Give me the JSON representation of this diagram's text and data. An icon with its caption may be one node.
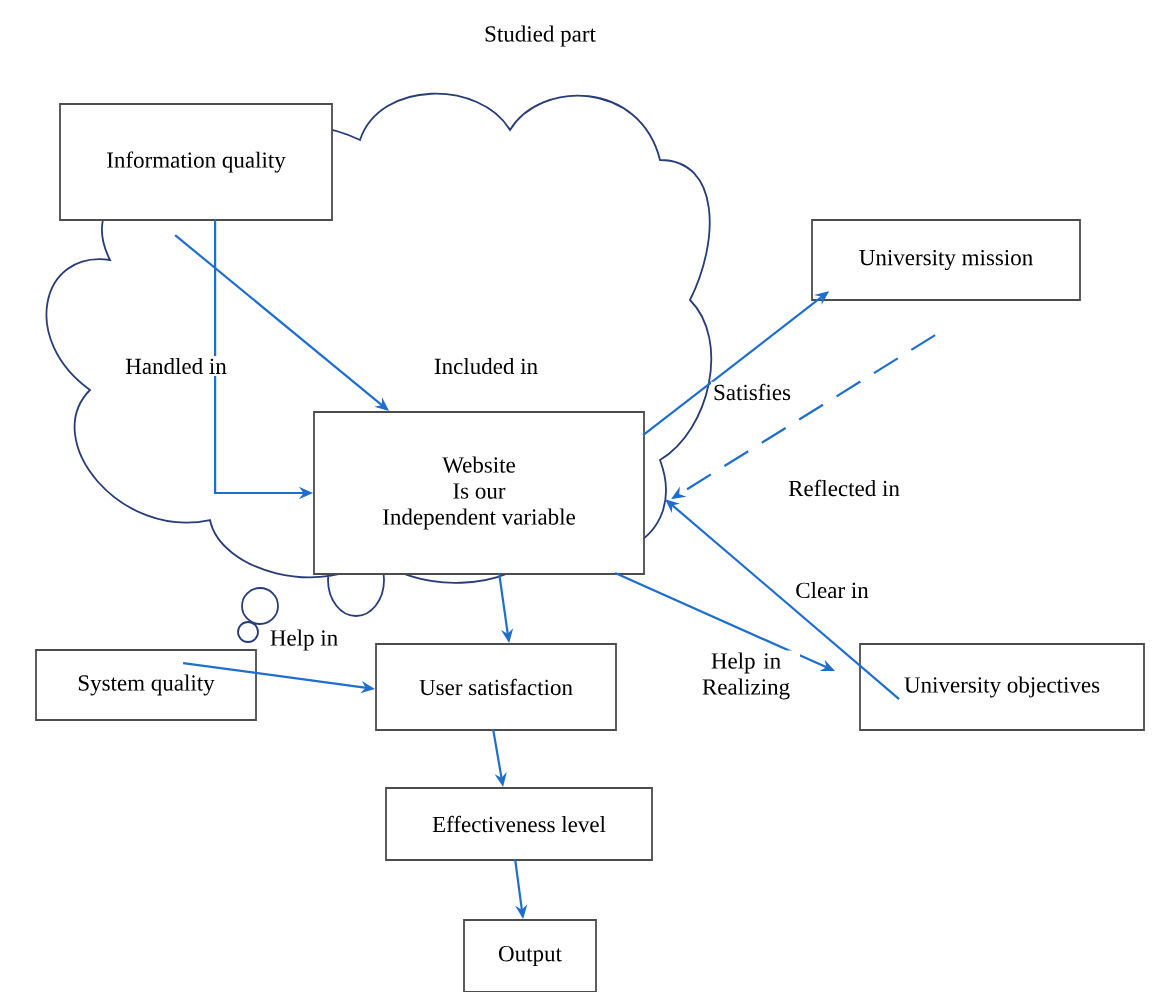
{
  "diagram": {
    "title": "Studied part",
    "nodes": [
      {
        "text": [
          "Information quality"
        ]
      },
      {
        "text": [
          "University mission"
        ]
      },
      {
        "text": [
          "Website",
          "Is our",
          "Independent variable"
        ]
      },
      {
        "text": [
          "System quality"
        ]
      },
      {
        "text": [
          "User satisfaction"
        ]
      },
      {
        "text": [
          "University objectives"
        ]
      },
      {
        "text": [
          "Effectiveness level"
        ]
      },
      {
        "text": [
          "Output"
        ]
      }
    ],
    "edges": [
      {
        "from": 0,
        "to": 2,
        "arrow": "to",
        "label": "Handled in"
      },
      {
        "from": 0,
        "to": 2,
        "arrow": "to",
        "label": "Included in"
      },
      {
        "from": 2,
        "to": 1,
        "arrow": "to",
        "label": "Satisfies"
      },
      {
        "from": 1,
        "to": 2,
        "arrow": "to",
        "label": "Reflected in",
        "style": "dashed"
      },
      {
        "from": 5,
        "to": 2,
        "arrow": "to",
        "label": "Clear in"
      },
      {
        "from": 2,
        "to": 5,
        "arrow": "to",
        "label": "Help in Realizing"
      },
      {
        "from": 3,
        "to": 4,
        "arrow": "to",
        "label": "Help in"
      },
      {
        "from": 2,
        "to": 4,
        "arrow": "to"
      },
      {
        "from": 4,
        "to": 6,
        "arrow": "to"
      },
      {
        "from": 6,
        "to": 7,
        "arrow": "to"
      }
    ]
  }
}
